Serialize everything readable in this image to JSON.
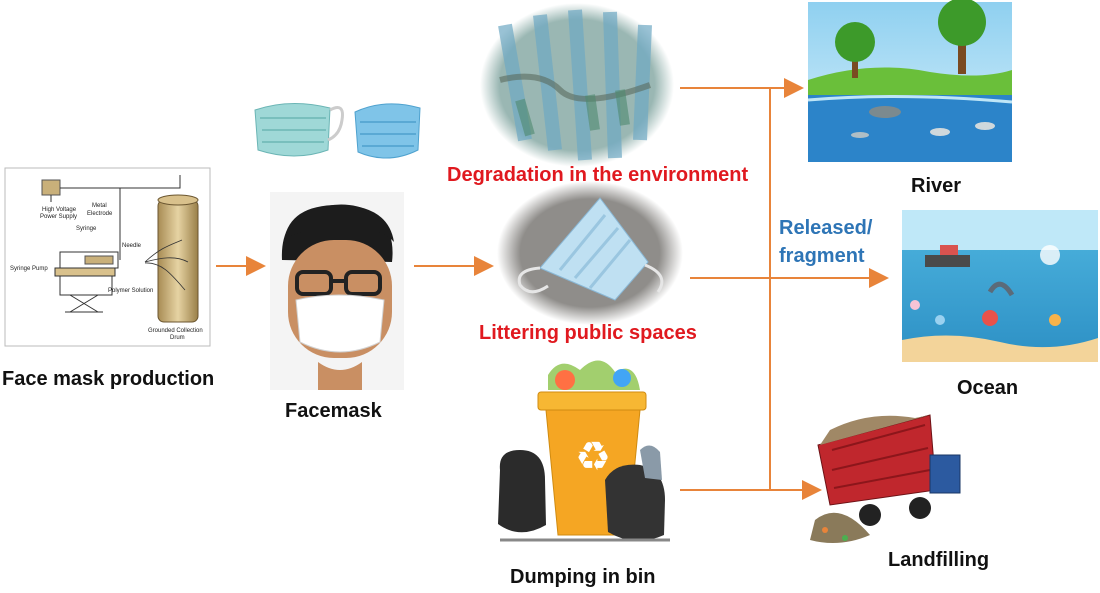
{
  "labels": {
    "production": "Face mask production",
    "facemask": "Facemask",
    "degradation": "Degradation in the environment",
    "littering": "Littering public spaces",
    "dumping": "Dumping in bin",
    "released_line1": "Released/",
    "released_line2": "fragment",
    "river": "River",
    "ocean": "Ocean",
    "landfilling": "Landfilling"
  },
  "apparatus": {
    "high_voltage": "High Voltage",
    "power_supply": "Power Supply",
    "metal": "Metal",
    "electrode": "Electrode",
    "syringe": "Syringe",
    "needle": "Needle",
    "syringe_pump": "Syringe Pump",
    "polymer_solution": "Polymer Solution",
    "collection_line1": "Grounded Collection",
    "collection_line2": "Drum"
  },
  "colors": {
    "arrow": "#e8843a",
    "red_text": "#e0191f",
    "blue_text": "#2e75b6",
    "bin": "#f5a623",
    "truck": "#c0272d"
  },
  "icons": [
    "recycle-icon"
  ]
}
